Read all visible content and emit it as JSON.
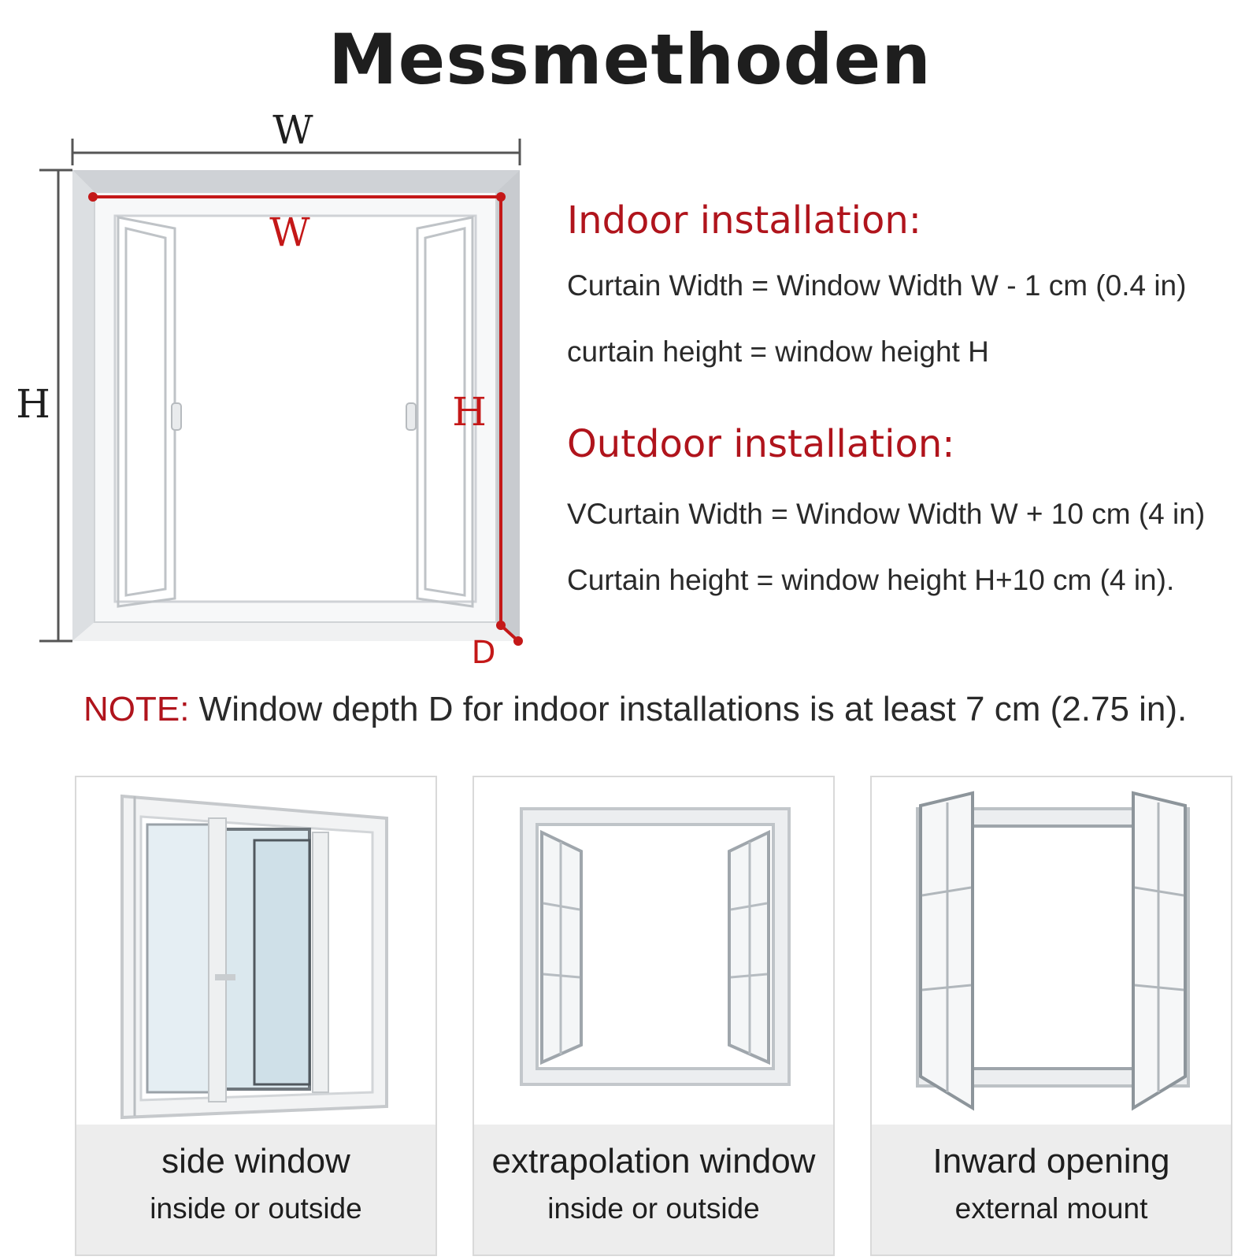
{
  "title": "Messmethoden",
  "diagram": {
    "outer_width_label": "W",
    "outer_height_label": "H",
    "inner_width_label": "W",
    "inner_height_label": "H",
    "depth_label": "D",
    "accent_color": "#c41818"
  },
  "indoor": {
    "heading": "Indoor installation:",
    "line1": "Curtain Width = Window Width W - 1 cm (0.4 in)",
    "line2": "curtain height = window height H"
  },
  "outdoor": {
    "heading": "Outdoor installation:",
    "line1": "VCurtain Width = Window Width W + 10 cm (4 in)",
    "line2": "Curtain height = window height H+10 cm (4 in)."
  },
  "note": {
    "label": "NOTE:",
    "text": " Window depth D for indoor installations is at least 7 cm (2.75 in)."
  },
  "cards": [
    {
      "title": "side window",
      "subtitle": "inside or outside",
      "icon": "sliding-window-icon"
    },
    {
      "title": "extrapolation window",
      "subtitle": "inside or outside",
      "icon": "outward-casement-window-icon"
    },
    {
      "title": "Inward opening",
      "subtitle": "external mount",
      "icon": "inward-casement-window-icon"
    }
  ]
}
